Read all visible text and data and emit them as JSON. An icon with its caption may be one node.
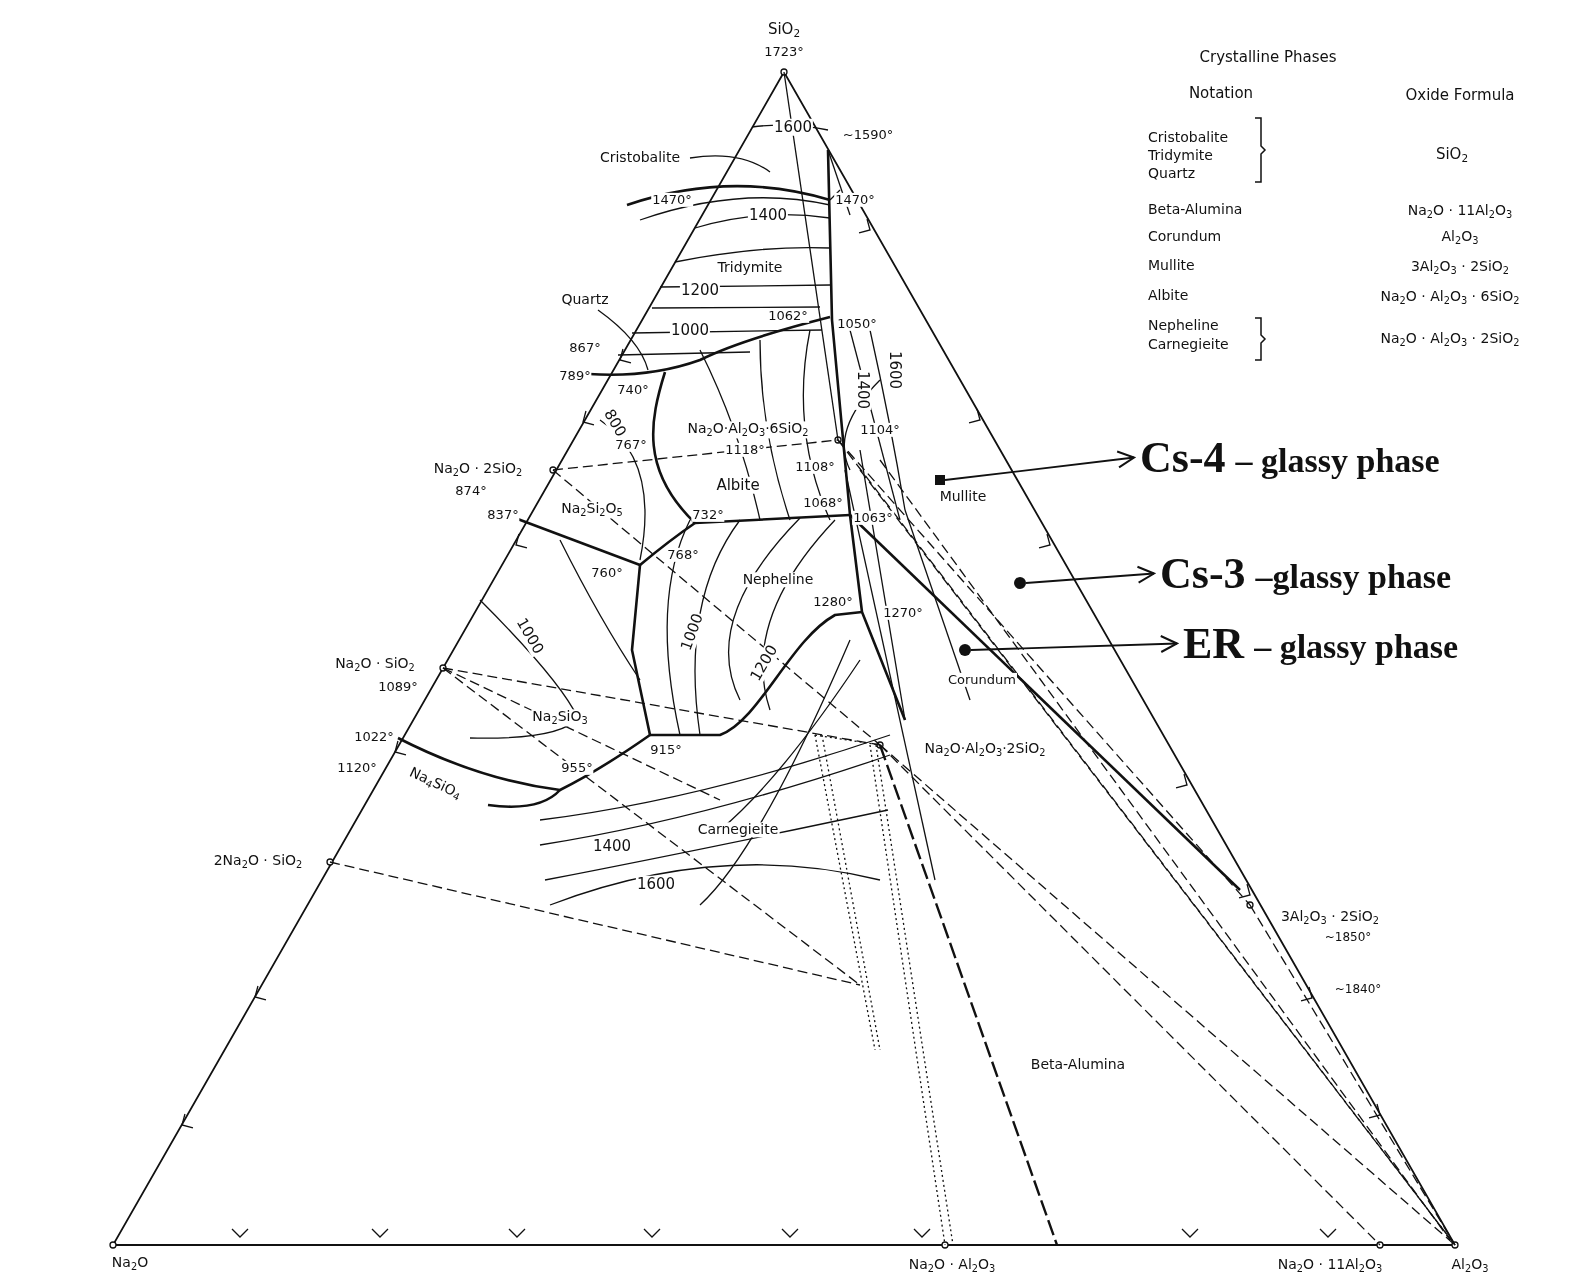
{
  "diagram": {
    "nodes": [
      {
        "text": [],
        "shape": "box"
      },
      {
        "text": [
          "Cs-4",
          "– glassy phase"
        ]
      },
      {
        "text": [],
        "shape": "circle"
      },
      {
        "text": [
          "Cs-3",
          "–glassy phase"
        ]
      },
      {
        "text": [],
        "shape": "circle"
      },
      {
        "text": [
          "ER",
          "– glassy phase"
        ]
      }
    ],
    "edges": [
      {
        "from": 0,
        "to": 1,
        "arrow": "to"
      },
      {
        "from": 2,
        "to": 3,
        "arrow": "to"
      },
      {
        "from": 4,
        "to": 5,
        "arrow": "to"
      }
    ],
    "labels": [
      "SiO$_{2}$",
      "1723°",
      "Crystalline Phases",
      "Notation",
      "Oxide Formula",
      "~1590°",
      "1600",
      "Cristobalite",
      "Cristobalite",
      "Tridymite",
      "Quartz",
      "SiO$_{2}$",
      "1470°",
      "1400",
      "1470°",
      "Beta-Alumina",
      "Na$_{2}$O · 11Al$_{2}$O$_{3}$",
      "Corundum",
      "Al$_{2}$O$_{3}$",
      "Tridymite",
      "Mullite",
      "3Al$_{2}$O$_{3}$ · 2SiO$_{2}$",
      "Quartz",
      "1200",
      "Albite",
      "Na$_{2}$O · Al$_{2}$O$_{3}$ · 6SiO$_{2}$",
      "Nepheline",
      "Carnegieite",
      "Na$_{2}$O · Al$_{2}$O$_{3}$ · 2SiO$_{2}$",
      "1062°",
      "1000",
      "1050°",
      "1400",
      "1600",
      "867°",
      "789°",
      "740°",
      "800",
      "Na$_{2}$O·Al$_{2}$O$_{3}$·6SiO$_{2}$",
      "1104°",
      "767°",
      "1118°",
      "Na$_{2}$O · 2SiO$_{2}$",
      "1108°",
      "874°",
      "Albite",
      "Mullite",
      "837°",
      "Na$_{2}$Si$_{2}$O$_{5}$",
      "1068°",
      "732°",
      "1063°",
      "768°",
      "760°",
      "Nepheline",
      "1280°",
      "1270°",
      "1000",
      "1000",
      "1200",
      "Corundum",
      "Na$_{2}$O · SiO$_{2}$",
      "1089°",
      "Na$_{2}$SiO$_{3}$",
      "1022°",
      "915°",
      "Na$_{2}$O·Al$_{2}$O$_{3}$·2SiO$_{2}$",
      "1120°",
      "955°",
      "Na$_{4}$SiO$_{4}$",
      "Carnegieite",
      "1400",
      "1600",
      "2Na$_{2}$O · SiO$_{2}$",
      "3Al$_{2}$O$_{3}$ · 2SiO$_{2}$",
      "~1850°",
      "~1840°",
      "Beta-Alumina",
      "Na$_{2}$O",
      "Na$_{2}$O · Al$_{2}$O$_{3}$",
      "Na$_{2}$O · 11Al$_{2}$O$_{3}$",
      "Al$_{2}$O$_{3}$"
    ]
  }
}
